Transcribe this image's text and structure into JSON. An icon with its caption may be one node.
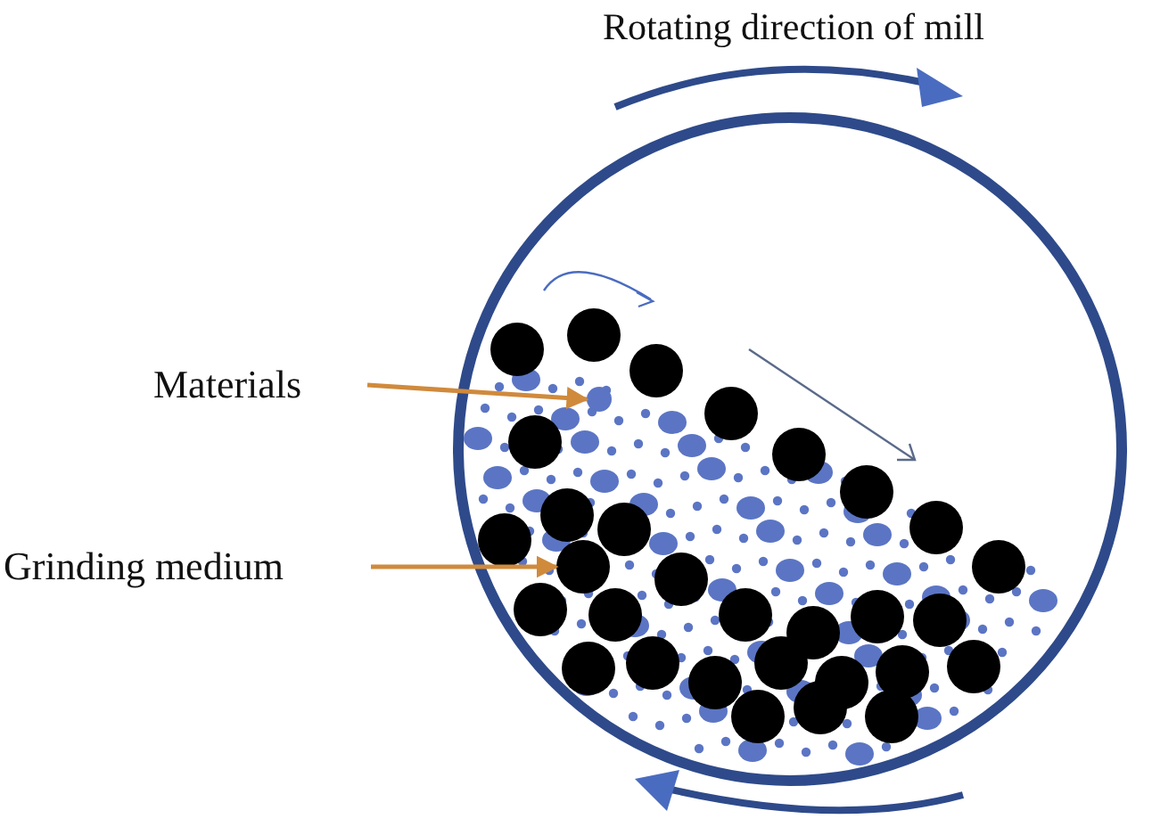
{
  "diagram": {
    "nodes": [
      {
        "text": [
          "Materials"
        ]
      },
      {
        "text": [
          "Grinding medium"
        ]
      },
      {
        "text": [],
        "shape": "circle"
      },
      {
        "text": [],
        "shape": "circle"
      }
    ],
    "edges": [
      {
        "from": 0,
        "to": 2,
        "arrow": "to",
        "color": "#d08a3c"
      },
      {
        "from": 1,
        "to": 3,
        "arrow": "to",
        "color": "#d08a3c"
      }
    ],
    "labels": [
      "Rotating direction of mill"
    ]
  }
}
